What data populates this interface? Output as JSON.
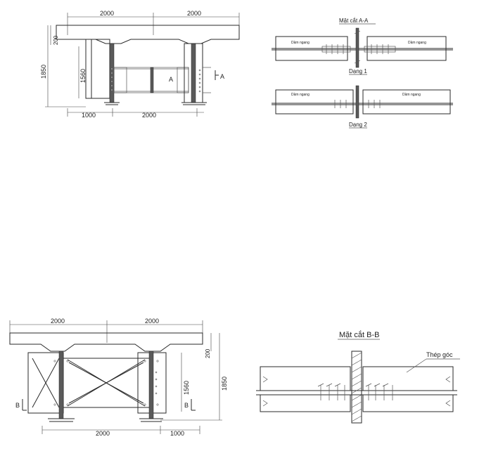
{
  "top_elevation": {
    "dim_top_left": "2000",
    "dim_top_right": "2000",
    "dim_left_200": "200",
    "dim_height": "1850",
    "dim_inner": "1560",
    "dim_bottom_left": "1000",
    "dim_bottom_right": "2000",
    "section_mark_left": "A",
    "section_mark_right": "A"
  },
  "section_aa": {
    "title": "Mặt cắt A-A",
    "beam_label": "Dầm ngang",
    "variant1": "Dạng 1",
    "variant2": "Dạng 2"
  },
  "bottom_elevation": {
    "dim_top_left": "2000",
    "dim_top_right": "2000",
    "dim_right_200": "200",
    "dim_height": "1850",
    "dim_inner": "1560",
    "dim_bottom_left": "2000",
    "dim_bottom_right": "1000",
    "section_mark_left": "B",
    "section_mark_right": "B"
  },
  "section_bb": {
    "title": "Mặt cắt B-B",
    "angle_label": "Thép góc"
  }
}
